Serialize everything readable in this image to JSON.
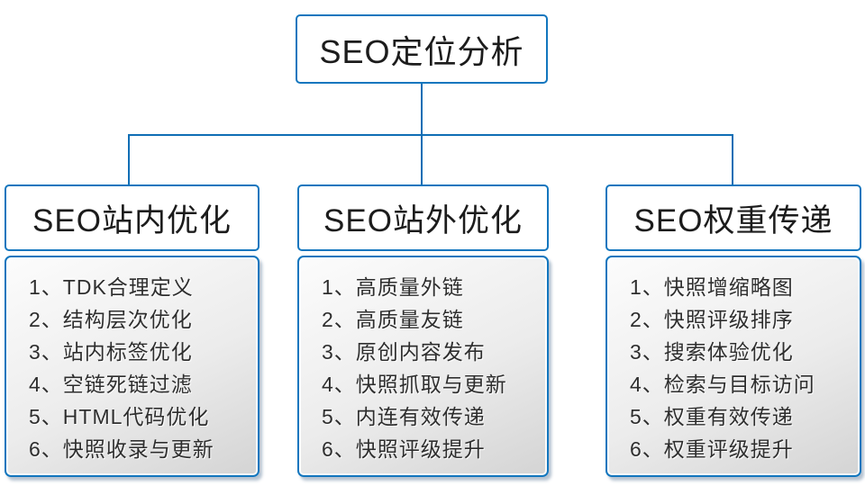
{
  "diagram_title": "SEO定位分析",
  "root": {
    "label": "SEO定位分析"
  },
  "columns": [
    {
      "title": "SEO站内优化",
      "items": [
        "1、TDK合理定义",
        "2、结构层次优化",
        "3、站内标签优化",
        "4、空链死链过滤",
        "5、HTML代码优化",
        "6、快照收录与更新"
      ]
    },
    {
      "title": "SEO站外优化",
      "items": [
        "1、高质量外链",
        "2、高质量友链",
        "3、原创内容发布",
        "4、快照抓取与更新",
        "5、内连有效传递",
        "6、快照评级提升"
      ]
    },
    {
      "title": "SEO权重传递",
      "items": [
        "1、快照增缩略图",
        "2、快照评级排序",
        "3、搜索体验优化",
        "4、检索与目标访问",
        "5、权重有效传递",
        "6、权重评级提升"
      ]
    }
  ],
  "colors": {
    "connector": "#0f6eb5",
    "box_border": "#1276be",
    "panel_gradient_top": "#fcfcfc",
    "panel_gradient_bottom": "#d4d4d4",
    "heading_text": "#1c1c1c",
    "list_text": "#2e2e2e"
  }
}
